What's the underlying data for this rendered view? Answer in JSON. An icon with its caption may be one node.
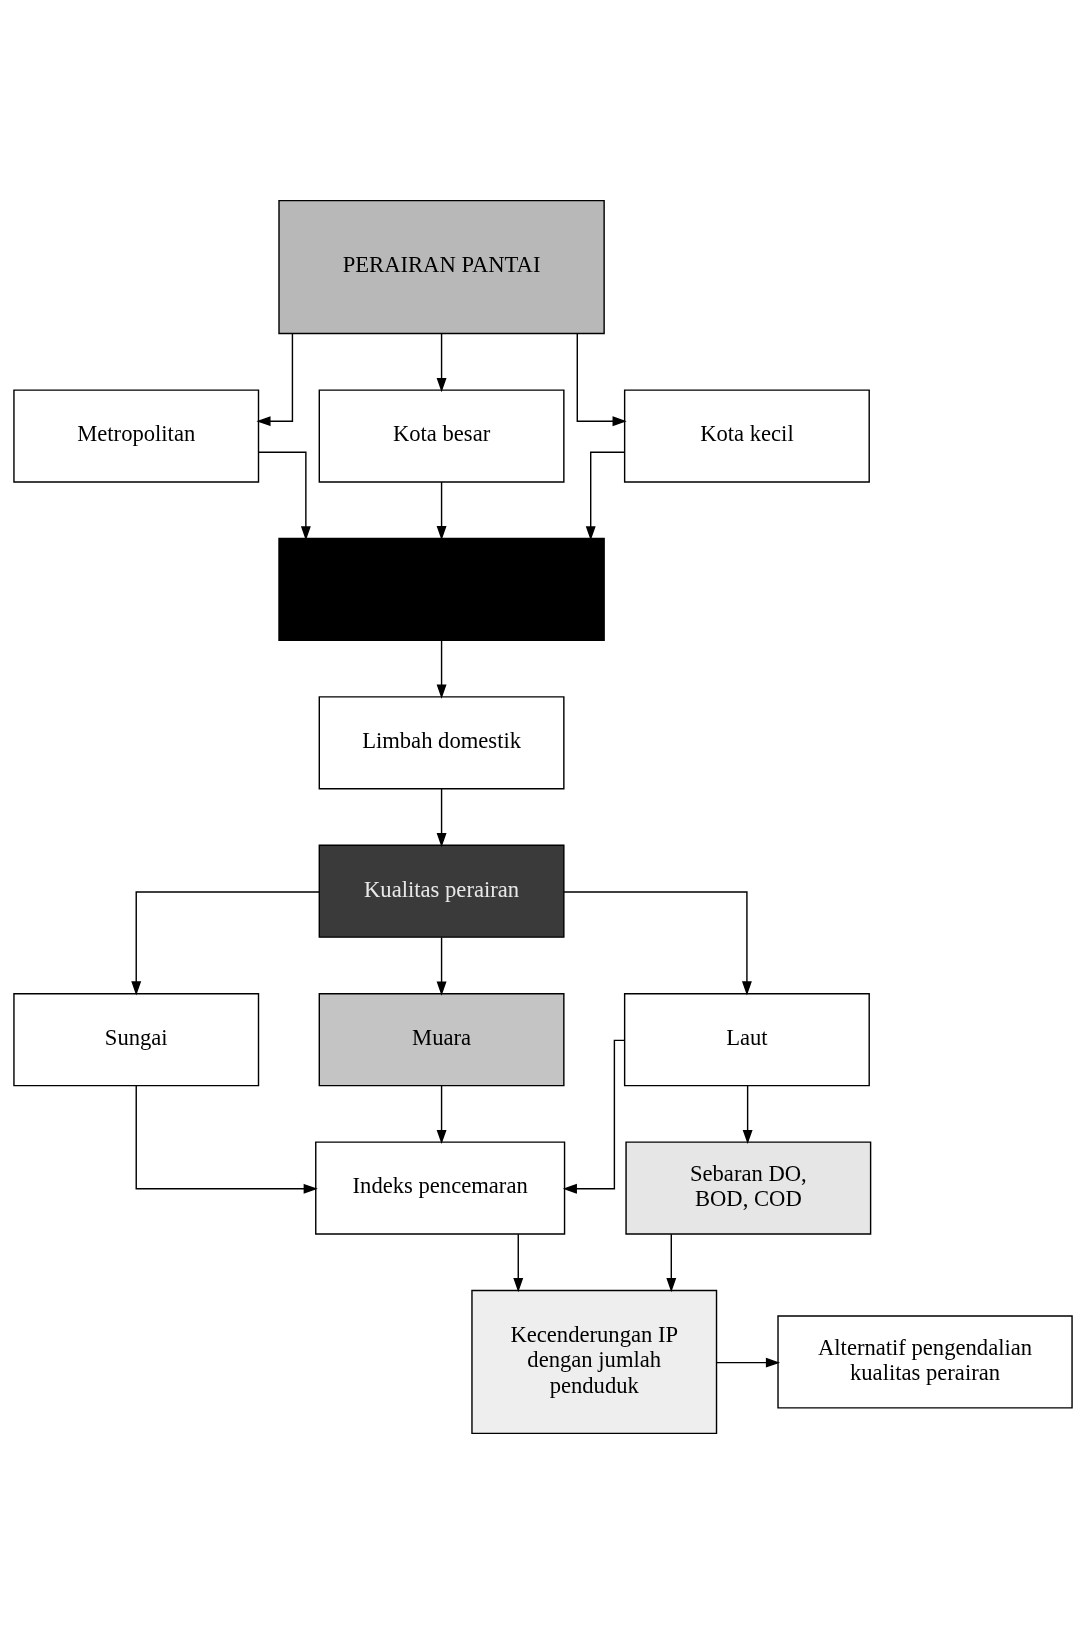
{
  "diagram": {
    "nodes": [
      {
        "text": [
          "PERAIRAN PANTAI"
        ]
      },
      {
        "text": [
          "Metropolitan"
        ]
      },
      {
        "text": [
          "Kota besar"
        ]
      },
      {
        "text": [
          "Kota kecil"
        ]
      },
      {
        "text": [],
        "shape": "box"
      },
      {
        "text": [
          "Limbah domestik"
        ]
      },
      {
        "text": [
          "Kualitas perairan"
        ]
      },
      {
        "text": [
          "Sungai"
        ]
      },
      {
        "text": [
          "Muara"
        ]
      },
      {
        "text": [
          "Laut"
        ]
      },
      {
        "text": [
          "Indeks pencemaran"
        ]
      },
      {
        "text": [
          "Sebaran DO, BOD, COD"
        ]
      },
      {
        "text": [
          "Kecenderungan IP dengan jumlah penduduk"
        ]
      },
      {
        "text": [
          "Alternatif pengendalian kualitas perairan"
        ]
      }
    ],
    "edges": [
      {
        "from": 0,
        "to": 1,
        "arrow": "to"
      },
      {
        "from": 0,
        "to": 2,
        "arrow": "to"
      },
      {
        "from": 0,
        "to": 3,
        "arrow": "to"
      },
      {
        "from": 1,
        "to": 4,
        "arrow": "to"
      },
      {
        "from": 2,
        "to": 4,
        "arrow": "to"
      },
      {
        "from": 3,
        "to": 4,
        "arrow": "to"
      },
      {
        "from": 4,
        "to": 5,
        "arrow": "to"
      },
      {
        "from": 5,
        "to": 6,
        "arrow": "to"
      },
      {
        "from": 6,
        "to": 7,
        "arrow": "to"
      },
      {
        "from": 6,
        "to": 8,
        "arrow": "to"
      },
      {
        "from": 6,
        "to": 9,
        "arrow": "to"
      },
      {
        "from": 7,
        "to": 10,
        "arrow": "to"
      },
      {
        "from": 8,
        "to": 10,
        "arrow": "to"
      },
      {
        "from": 9,
        "to": 10,
        "arrow": "to"
      },
      {
        "from": 9,
        "to": 11,
        "arrow": "to"
      },
      {
        "from": 10,
        "to": 12,
        "arrow": "to"
      },
      {
        "from": 11,
        "to": 12,
        "arrow": "to"
      },
      {
        "from": 12,
        "to": 13,
        "arrow": "to"
      }
    ]
  }
}
